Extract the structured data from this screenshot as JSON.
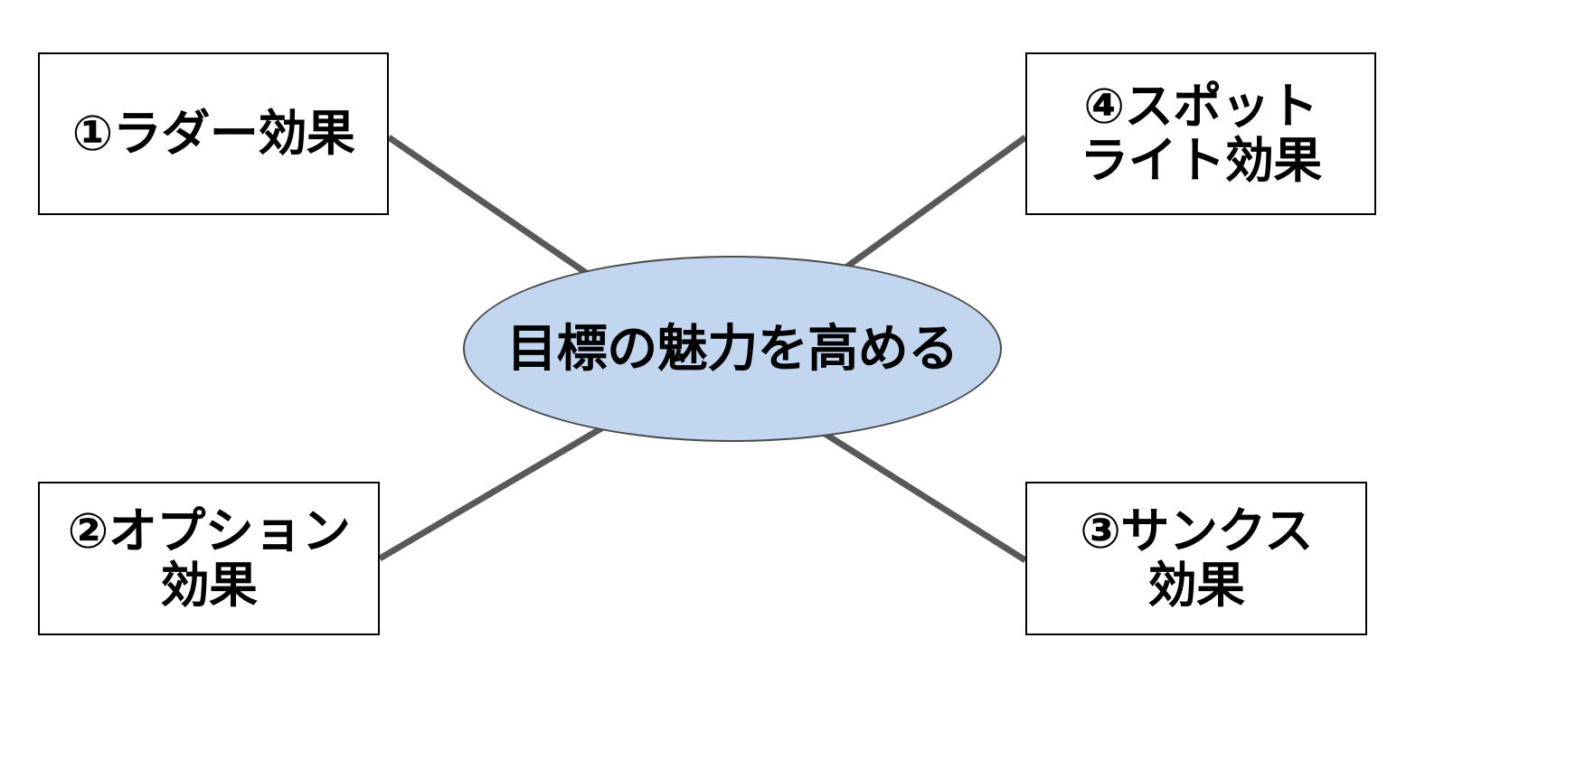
{
  "diagram": {
    "type": "hub-and-spoke",
    "background_color": "#ffffff",
    "center": {
      "label": "目標の魅力を高める",
      "shape": "ellipse",
      "fill_color": "#c3d6ef",
      "border_color": "#4a4a4a",
      "text_color": "#000000"
    },
    "connector": {
      "color": "#595959",
      "width": 7
    },
    "nodes": [
      {
        "id": "radar",
        "marker": "①",
        "label": "①ラダー効果",
        "position": "top-left",
        "fill_color": "#ffffff",
        "border_color": "#000000"
      },
      {
        "id": "option",
        "marker": "②",
        "label": "②オプション\n効果",
        "position": "bottom-left",
        "fill_color": "#ffffff",
        "border_color": "#000000"
      },
      {
        "id": "thanks",
        "marker": "③",
        "label": "③サンクス\n効果",
        "position": "bottom-right",
        "fill_color": "#ffffff",
        "border_color": "#000000"
      },
      {
        "id": "spotlight",
        "marker": "④",
        "label": "④スポット\nライト効果",
        "position": "top-right",
        "fill_color": "#ffffff",
        "border_color": "#000000"
      }
    ]
  }
}
